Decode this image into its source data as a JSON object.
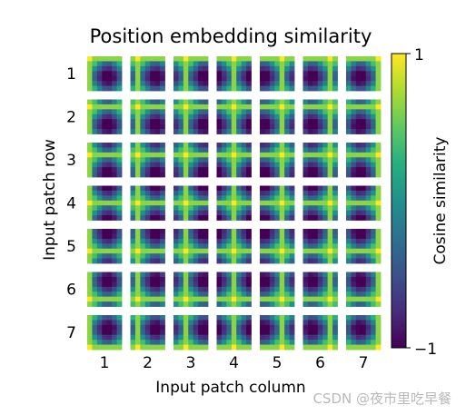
{
  "chart_data": {
    "type": "heatmap",
    "title": "Position embedding similarity",
    "xlabel": "Input patch column",
    "ylabel": "Input patch row",
    "rows": [
      "1",
      "2",
      "3",
      "4",
      "5",
      "6",
      "7"
    ],
    "columns": [
      "1",
      "2",
      "3",
      "4",
      "5",
      "6",
      "7"
    ],
    "tile_grid_size": 7,
    "colormap": "viridis",
    "colorbar": {
      "label": "Cosine similarity",
      "range": [
        -1,
        1
      ],
      "tick_labels": [
        "1",
        "−1"
      ]
    }
  },
  "watermark": "CSDN @夜市里吃早餐"
}
